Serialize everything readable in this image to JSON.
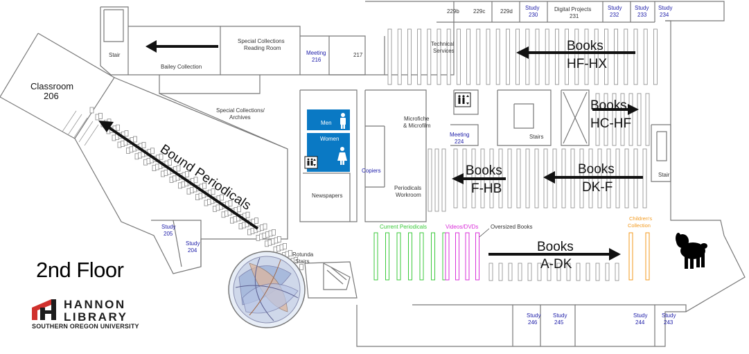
{
  "floor_title": "2nd Floor",
  "logo": {
    "line1": "HANNON",
    "line2": "LIBRARY",
    "line3": "SOUTHERN OREGON UNIVERSITY",
    "colors": {
      "red": "#d0312d",
      "dark": "#1c1c1c"
    }
  },
  "colors": {
    "restroom": "#0a79c4",
    "current_periodicals": "#3ac93a",
    "videos": "#d92fd9",
    "childrens": "#f39a1e",
    "study_text": "#1a1aa8",
    "wall": "#777777"
  },
  "labels": {
    "stair_nw": "Stair",
    "bailey": "Bailey Collection",
    "sc_reading_1": "Special Collections",
    "sc_reading_2": "Reading Room",
    "meeting216_1": "Meeting",
    "meeting216_2": "216",
    "r217": "217",
    "r229b": "229b",
    "r229c": "229c",
    "r229d": "229d",
    "study230_1": "Study",
    "study230_2": "230",
    "digital_1": "Digital Projects",
    "digital_2": "231",
    "study232_1": "Study",
    "study232_2": "232",
    "study233_1": "Study",
    "study233_2": "233",
    "study234_1": "Study",
    "study234_2": "234",
    "tech_1": "Technical",
    "tech_2": "Services",
    "classroom_1": "Classroom",
    "classroom_2": "206",
    "sc_archives_1": "Special Collections/",
    "sc_archives_2": "Archives",
    "men": "Men",
    "women": "Women",
    "micro_1": "Microfiche",
    "micro_2": "& Microfilm",
    "meeting224_1": "Meeting",
    "meeting224_2": "224",
    "copiers": "Copiers",
    "stairs_center": "Stairs",
    "stair_e": "Stair",
    "newspapers": "Newspapers",
    "periodicals_wr_1": "Periodicals",
    "periodicals_wr_2": "Workroom",
    "study205_1": "Study",
    "study205_2": "205",
    "study204_1": "Study",
    "study204_2": "204",
    "rotunda_1": "Rotunda",
    "rotunda_2": "Stairs",
    "current_periodicals": "Current Periodicals",
    "videos": "Videos/DVDs",
    "oversized": "Oversized Books",
    "childrens_1": "Children's",
    "childrens_2": "Collection",
    "study246_1": "Study",
    "study246_2": "246",
    "study245_1": "Study",
    "study245_2": "245",
    "study244_1": "Study",
    "study244_2": "244",
    "study243_1": "Study",
    "study243_2": "243",
    "bound_periodicals": "Bound Periodicals",
    "books_hfhx_1": "Books",
    "books_hfhx_2": "HF-HX",
    "books_hchf_1": "Books",
    "books_hchf_2": "HC-HF",
    "books_dkf_1": "Books",
    "books_dkf_2": "DK-F",
    "books_fhb_1": "Books",
    "books_fhb_2": "F-HB",
    "books_adk_1": "Books",
    "books_adk_2": "A-DK"
  },
  "icons": [
    "men-icon",
    "women-icon",
    "elevator-icon",
    "dog-silhouette-icon",
    "stairs-icon",
    "rotunda-mosaic-icon",
    "hannon-logo-icon"
  ]
}
